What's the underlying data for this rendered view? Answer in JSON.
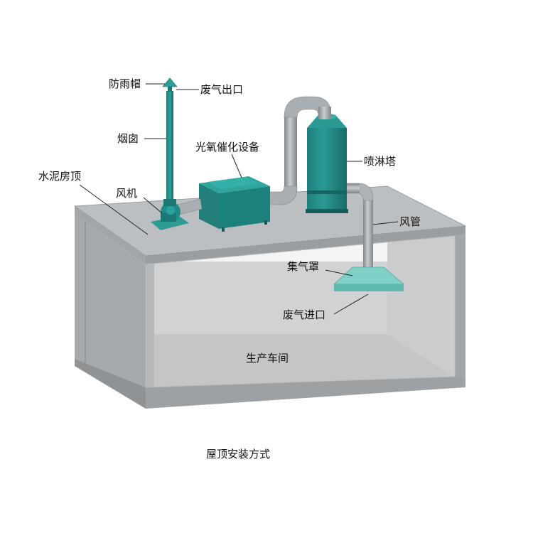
{
  "labels": {
    "rain_cap": "防雨帽",
    "exhaust_outlet": "废气出口",
    "chimney": "烟囱",
    "photo_oxidation_unit": "光氧催化设备",
    "cement_roof": "水泥房顶",
    "spray_tower": "喷淋塔",
    "fan": "风机",
    "air_duct": "风管",
    "gas_hood": "集气罩",
    "exhaust_inlet": "废气进口",
    "workshop": "生产车间"
  },
  "caption": "屋顶安装方式",
  "colors": {
    "equipment_teal": "#1f8a86",
    "equipment_teal_dark": "#16706c",
    "hood_teal": "#6fc6bd",
    "pipe_gray": "#9aa0a4",
    "roof_top": "#b9bcbe",
    "wall_front": "#c4c6c8",
    "wall_side": "#a9acae",
    "glass": "#d7d8d9"
  }
}
